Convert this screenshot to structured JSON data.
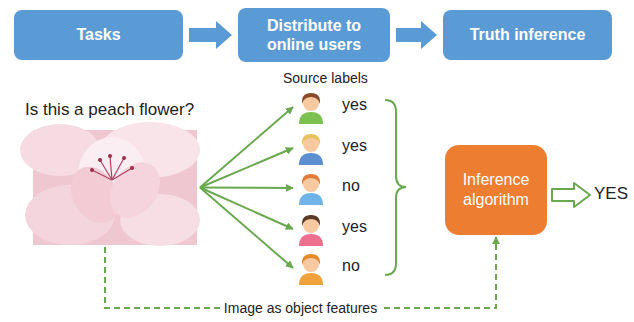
{
  "diagram": {
    "nodes": [
      {
        "text": [
          "Tasks"
        ]
      },
      {
        "text": [
          "Distribute to online users"
        ]
      },
      {
        "text": [
          "Truth inference"
        ]
      },
      {
        "text": [
          "Is this a peach flower?"
        ]
      },
      {
        "text": [
          "yes"
        ]
      },
      {
        "text": [
          "yes"
        ]
      },
      {
        "text": [
          "no"
        ]
      },
      {
        "text": [
          "yes"
        ]
      },
      {
        "text": [
          "no"
        ]
      },
      {
        "text": [
          "Inference algorithm"
        ]
      }
    ],
    "edges": [
      {
        "from": 0,
        "to": 1,
        "arrow": "to"
      },
      {
        "from": 1,
        "to": 2,
        "arrow": "to"
      },
      {
        "from": 3,
        "to": 4,
        "arrow": "to"
      },
      {
        "from": 3,
        "to": 5,
        "arrow": "to"
      },
      {
        "from": 3,
        "to": 6,
        "arrow": "to"
      },
      {
        "from": 3,
        "to": 7,
        "arrow": "to"
      },
      {
        "from": 3,
        "to": 8,
        "arrow": "to"
      },
      {
        "from": 3,
        "to": 9,
        "label": "Image as object features",
        "arrow": "to"
      }
    ],
    "labels": [
      "Source labels",
      "YES"
    ]
  }
}
